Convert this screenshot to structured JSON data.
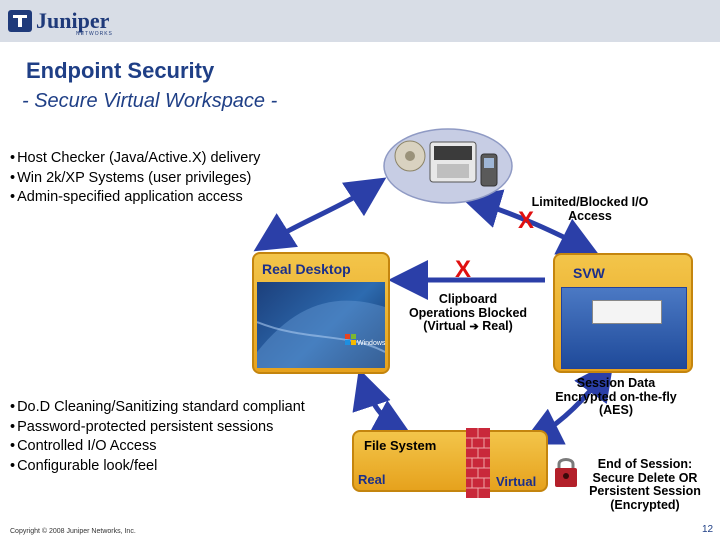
{
  "logo": {
    "text": "Juniper",
    "sub": "NETWORKS"
  },
  "slide": {
    "title": "Endpoint Security",
    "subtitle": "- Secure Virtual Workspace -"
  },
  "bullets_top": [
    "Host Checker (Java/Active.X) delivery",
    "Win 2k/XP Systems (user privileges)",
    "Admin-specified application access"
  ],
  "bullets_bottom": [
    "Do.D Cleaning/Sanitizing standard compliant",
    "Password-protected persistent sessions",
    "Controlled I/O Access",
    "Configurable look/feel"
  ],
  "diagram": {
    "limited_io_line1": "Limited/Blocked I/O",
    "limited_io_line2": "Access",
    "real_desktop": "Real Desktop",
    "svw": "SVW",
    "clipboard_line1": "Clipboard",
    "clipboard_line2": "Operations Blocked",
    "clipboard_line3_pre": "(Virtual",
    "clipboard_line3_post": "Real)",
    "session_line1": "Session Data",
    "session_line2": "Encrypted on-the-fly",
    "session_line3": "(AES)",
    "file_system": "File System",
    "real": "Real",
    "virtual": "Virtual",
    "end_line1": "End of Session:",
    "end_line2": "Secure Delete OR",
    "end_line3": "Persistent Session",
    "end_line4": "(Encrypted)",
    "x_mark": "X",
    "windows_text": "Windows"
  },
  "footer": {
    "copyright": "Copyright © 2008 Juniper Networks, Inc.",
    "page": "12"
  },
  "colors": {
    "title_blue": "#1f3f86",
    "panel_gold": "#f0b73a",
    "arrow_blue": "#2b3fa8",
    "x_red": "#e01010"
  }
}
